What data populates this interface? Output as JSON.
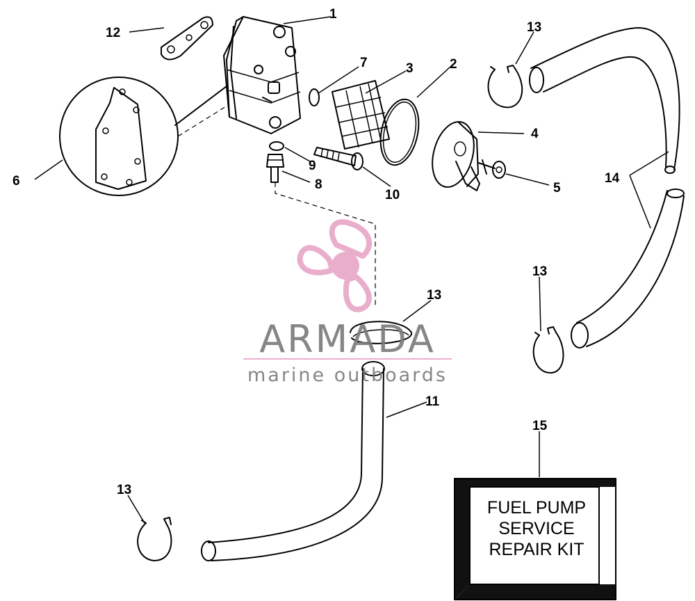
{
  "callouts": {
    "c1": "1",
    "c2": "2",
    "c3": "3",
    "c4": "4",
    "c5": "5",
    "c6": "6",
    "c7": "7",
    "c8": "8",
    "c9": "9",
    "c10": "10",
    "c11": "11",
    "c12": "12",
    "c13a": "13",
    "c13b": "13",
    "c13c": "13",
    "c13d": "13",
    "c14": "14",
    "c15": "15"
  },
  "kit": {
    "line1": "FUEL PUMP",
    "line2": "SERVICE",
    "line3": "REPAIR KIT"
  },
  "watermark": {
    "brand": "ARMADA",
    "tagline": "marine outboards",
    "colors": {
      "logo": "#e8a6c8",
      "text": "#7a7a7a"
    }
  }
}
